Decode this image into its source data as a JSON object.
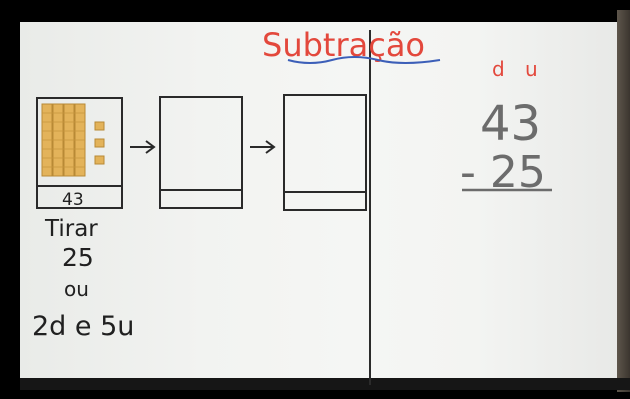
{
  "title": "Subtração",
  "place_value_headers": [
    "d",
    "u"
  ],
  "minuend": "43",
  "subtrahend": "- 25",
  "box_label": "43",
  "instructions": [
    "Tirar",
    "25",
    "ou",
    "2d e 5u"
  ],
  "colors": {
    "marker_red": "#e3483c",
    "marker_blue": "#3c5fb8",
    "marker_dark": "#202020",
    "base_ten_blocks": "#e3b35a",
    "board": "#f2f3f1"
  },
  "base_ten_blocks": {
    "tens_rods": 4,
    "unit_cubes": 3
  }
}
